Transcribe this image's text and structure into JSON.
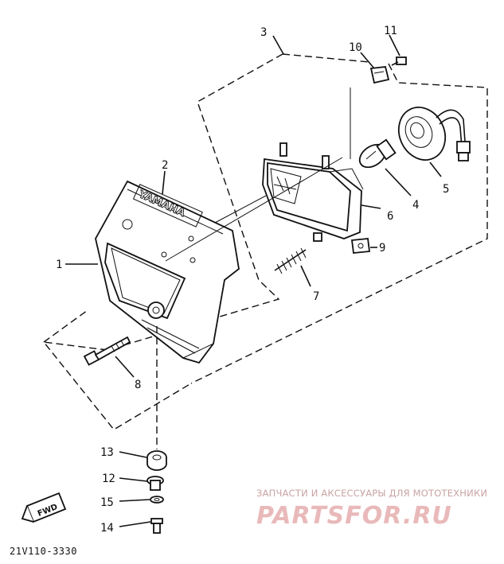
{
  "diagram": {
    "code": "21V110-3330",
    "brand_mark": "YAMAHA",
    "fwd_mark": "FWD",
    "callouts": [
      "1",
      "2",
      "3",
      "4",
      "5",
      "6",
      "7",
      "8",
      "9",
      "10",
      "11",
      "12",
      "13",
      "14",
      "15"
    ]
  },
  "watermark": {
    "line1": "ЗАПЧАСТИ И АКСЕССУАРЫ ДЛЯ МОТОТЕХНИКИ",
    "line2": "PARTSFOR.RU"
  }
}
